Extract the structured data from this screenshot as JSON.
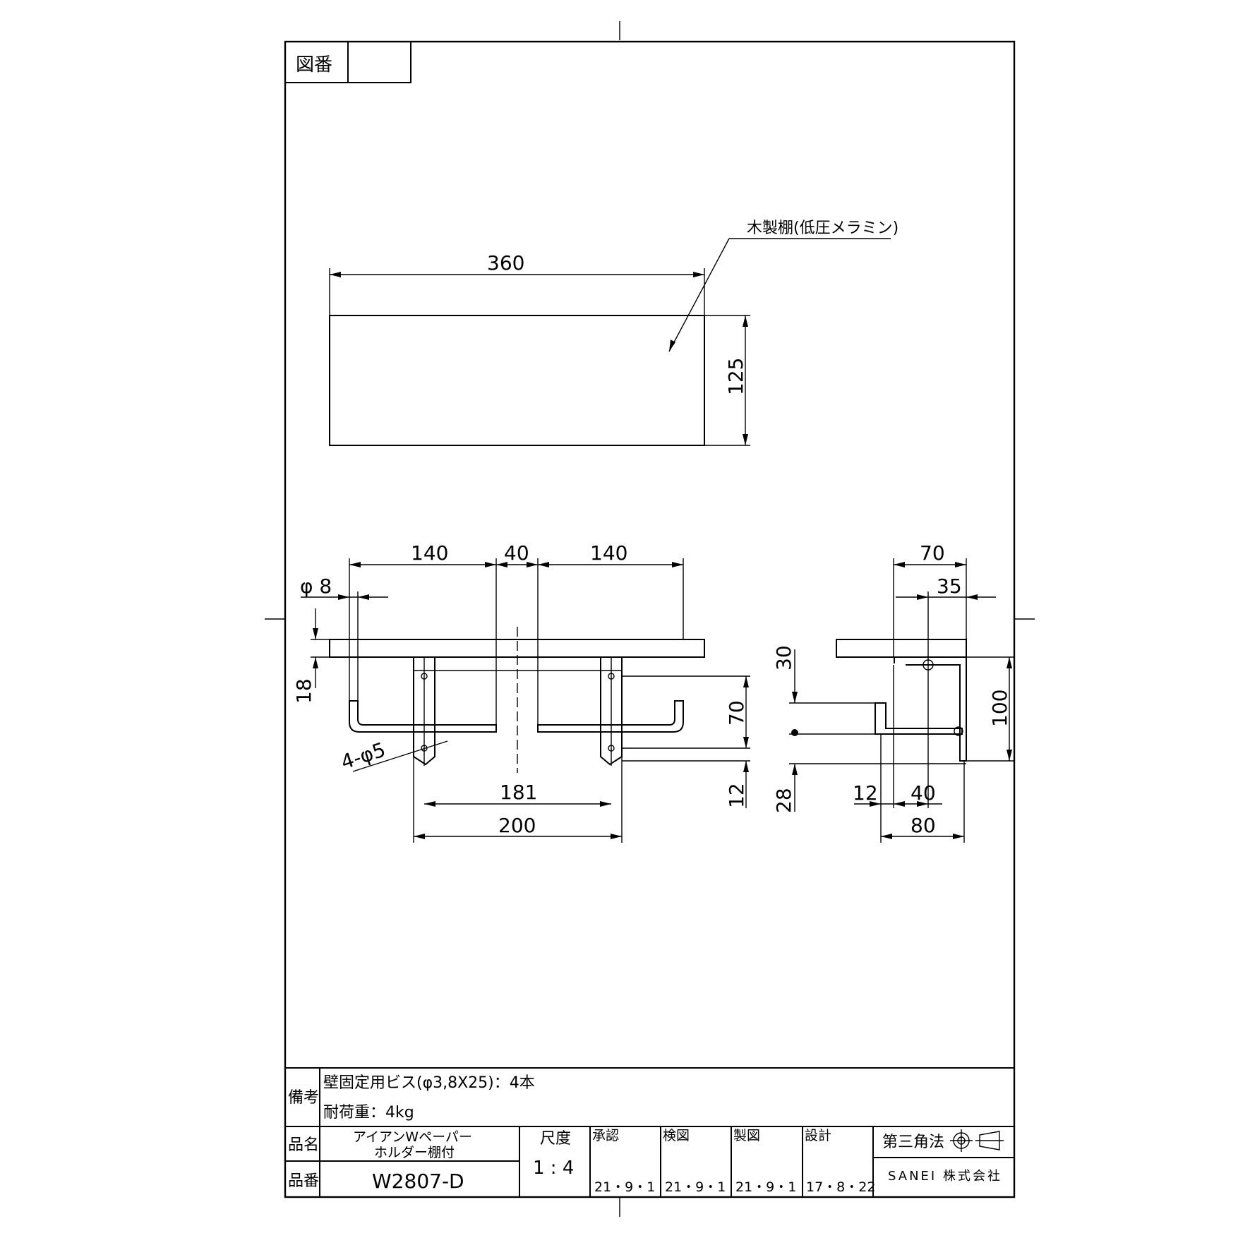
{
  "drawing_number_label": "図番",
  "drawing_number_value": "",
  "annotation": {
    "shelf_material": "木製棚(低圧メラミン)"
  },
  "dimensions": {
    "top_width": "360",
    "top_depth": "125",
    "front_left": "140",
    "front_gap": "40",
    "front_right": "140",
    "dia_bar": "φ 8",
    "shelf_thick": "18",
    "holes": "4-φ5",
    "height_70": "70",
    "height_12": "12",
    "hole_pitch": "181",
    "bracket_width": "200",
    "side_70": "70",
    "side_35": "35",
    "side_30": "30",
    "side_28": "28",
    "side_100": "100",
    "side_12": "12",
    "side_40": "40",
    "side_80": "80"
  },
  "title_block": {
    "remarks_label": "備考",
    "remarks_line1": "壁固定用ビス(φ3,8X25)：4本",
    "remarks_line2": "耐荷重：4kg",
    "name_label": "品名",
    "name_line1": "アイアンWペーパー",
    "name_line2": "ホルダー棚付",
    "number_label": "品番",
    "number_value": "W2807-D",
    "scale_label": "尺度",
    "scale_value": "1 : 4",
    "approved_label": "承認",
    "approved_date": "21・9・1",
    "checked_label": "検図",
    "checked_date": "21・9・1",
    "drawn_label": "製図",
    "drawn_date": "21・9・1",
    "design_label": "設計",
    "design_date": "17・8・22",
    "projection_label": "第三角法",
    "company": "SANEI 株式会社"
  }
}
